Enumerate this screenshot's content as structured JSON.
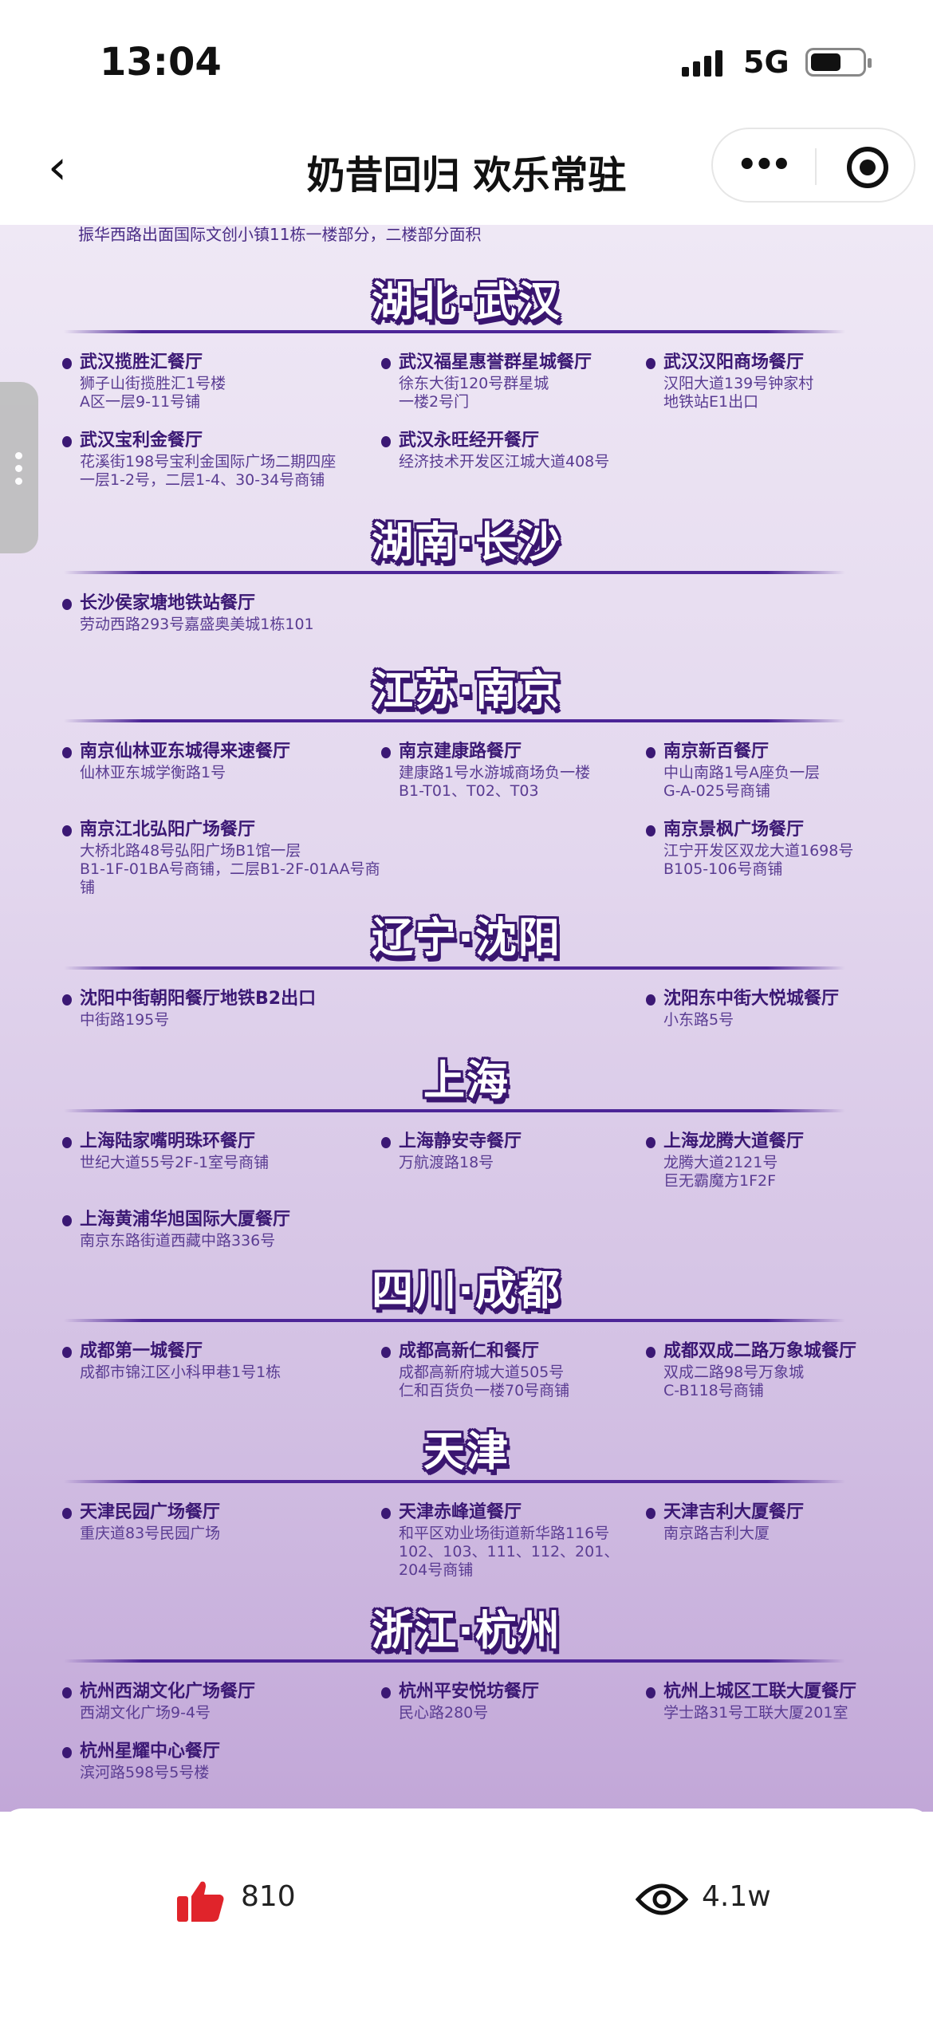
{
  "status_bar": {
    "time": "13:04",
    "network": "5G"
  },
  "nav": {
    "title": "奶昔回归 欢乐常驻",
    "back_icon": "chevron-left-icon",
    "more_icon": "more-dots-icon",
    "target_icon": "target-icon"
  },
  "cut_text": "振华西路出面国际文创小镇11栋一楼部分，二楼部分面积",
  "colors": {
    "heading": "#3b1874",
    "address": "#5a3c92",
    "like": "#e0242b"
  },
  "sections": [
    {
      "title": "湖北·武汉",
      "rows": [
        [
          {
            "name": "武汉揽胜汇餐厅",
            "addr": "狮子山街揽胜汇1号楼\nA区一层9-11号铺"
          },
          {
            "name": "武汉福星惠誉群星城餐厅",
            "addr": "徐东大街120号群星城\n一楼2号门"
          },
          {
            "name": "武汉汉阳商场餐厅",
            "addr": "汉阳大道139号钟家村\n地铁站E1出口"
          }
        ],
        [
          {
            "name": "武汉宝利金餐厅",
            "addr": "花溪街198号宝利金国际广场二期四座\n一层1-2号，二层1-4、30-34号商铺"
          },
          {
            "name": "武汉永旺经开餐厅",
            "addr": "经济技术开发区江城大道408号"
          },
          null
        ]
      ]
    },
    {
      "title": "湖南·长沙",
      "rows": [
        [
          {
            "name": "长沙侯家塘地铁站餐厅",
            "addr": "劳动西路293号嘉盛奥美城1栋101"
          },
          null,
          null
        ]
      ]
    },
    {
      "title": "江苏·南京",
      "rows": [
        [
          {
            "name": "南京仙林亚东城得来速餐厅",
            "addr": "仙林亚东城学衡路1号"
          },
          {
            "name": "南京建康路餐厅",
            "addr": "建康路1号水游城商场负一楼\nB1-T01、T02、T03"
          },
          {
            "name": "南京新百餐厅",
            "addr": "中山南路1号A座负一层\nG-A-025号商铺"
          }
        ],
        [
          {
            "name": "南京江北弘阳广场餐厅",
            "addr": "大桥北路48号弘阳广场B1馆一层\nB1-1F-01BA号商铺，二层B1-2F-01AA号商铺"
          },
          null,
          {
            "name": "南京景枫广场餐厅",
            "addr": "江宁开发区双龙大道1698号\nB105-106号商铺"
          }
        ]
      ]
    },
    {
      "title": "辽宁·沈阳",
      "rows": [
        [
          {
            "name": "沈阳中街朝阳餐厅地铁B2出口",
            "addr": "中街路195号"
          },
          null,
          {
            "name": "沈阳东中街大悦城餐厅",
            "addr": "小东路5号"
          }
        ]
      ]
    },
    {
      "title": "上海",
      "rows": [
        [
          {
            "name": "上海陆家嘴明珠环餐厅",
            "addr": "世纪大道55号2F-1室号商铺"
          },
          {
            "name": "上海静安寺餐厅",
            "addr": "万航渡路18号"
          },
          {
            "name": "上海龙腾大道餐厅",
            "addr": "龙腾大道2121号\n巨无霸魔方1F2F"
          }
        ],
        [
          {
            "name": "上海黄浦华旭国际大厦餐厅",
            "addr": "南京东路街道西藏中路336号"
          },
          null,
          null
        ]
      ]
    },
    {
      "title": "四川·成都",
      "rows": [
        [
          {
            "name": "成都第一城餐厅",
            "addr": "成都市锦江区小科甲巷1号1栋"
          },
          {
            "name": "成都高新仁和餐厅",
            "addr": "成都高新府城大道505号\n仁和百货负一楼70号商铺"
          },
          {
            "name": "成都双成二路万象城餐厅",
            "addr": "双成二路98号万象城\nC-B118号商铺"
          }
        ]
      ]
    },
    {
      "title": "天津",
      "rows": [
        [
          {
            "name": "天津民园广场餐厅",
            "addr": "重庆道83号民园广场"
          },
          {
            "name": "天津赤峰道餐厅",
            "addr": "和平区劝业场街道新华路116号\n102、103、111、112、201、\n204号商铺"
          },
          {
            "name": "天津吉利大厦餐厅",
            "addr": "南京路吉利大厦"
          }
        ]
      ]
    },
    {
      "title": "浙江·杭州",
      "rows": [
        [
          {
            "name": "杭州西湖文化广场餐厅",
            "addr": "西湖文化广场9-4号"
          },
          {
            "name": "杭州平安悦坊餐厅",
            "addr": "民心路280号"
          },
          {
            "name": "杭州上城区工联大厦餐厅",
            "addr": "学士路31号工联大厦201室"
          }
        ],
        [
          {
            "name": "杭州星耀中心餐厅",
            "addr": "滨河路598号5号楼"
          },
          null,
          null
        ]
      ]
    }
  ],
  "bottom_bar": {
    "likes": "810",
    "views": "4.1w",
    "like_icon": "thumbs-up-icon",
    "view_icon": "eye-icon"
  }
}
